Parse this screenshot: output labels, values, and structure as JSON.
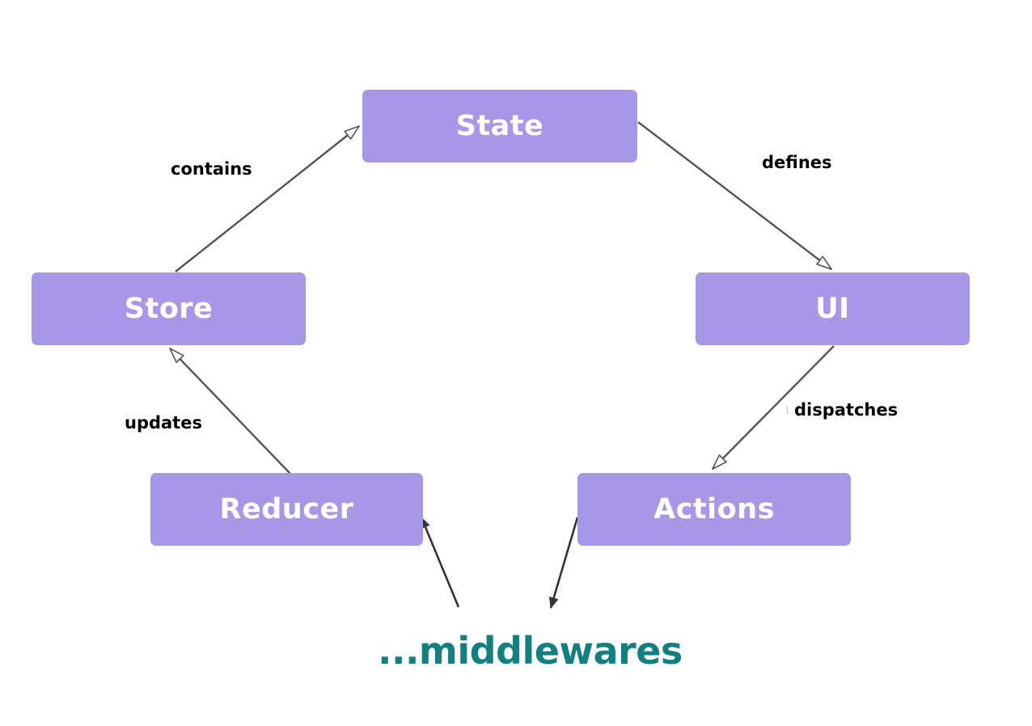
{
  "nodes": {
    "state": "State",
    "ui": "UI",
    "actions": "Actions",
    "reducer": "Reducer",
    "store": "Store"
  },
  "edges": {
    "store_to_state": "contains",
    "state_to_ui": "defines",
    "ui_to_actions": "dispatches",
    "reducer_to_store": "updates"
  },
  "footer": {
    "middlewares": "...middlewares"
  },
  "colors": {
    "node_fill": "#a797e6",
    "node_text": "#ffffff",
    "middlewares_text": "#137f80",
    "arrow": "#555555"
  }
}
